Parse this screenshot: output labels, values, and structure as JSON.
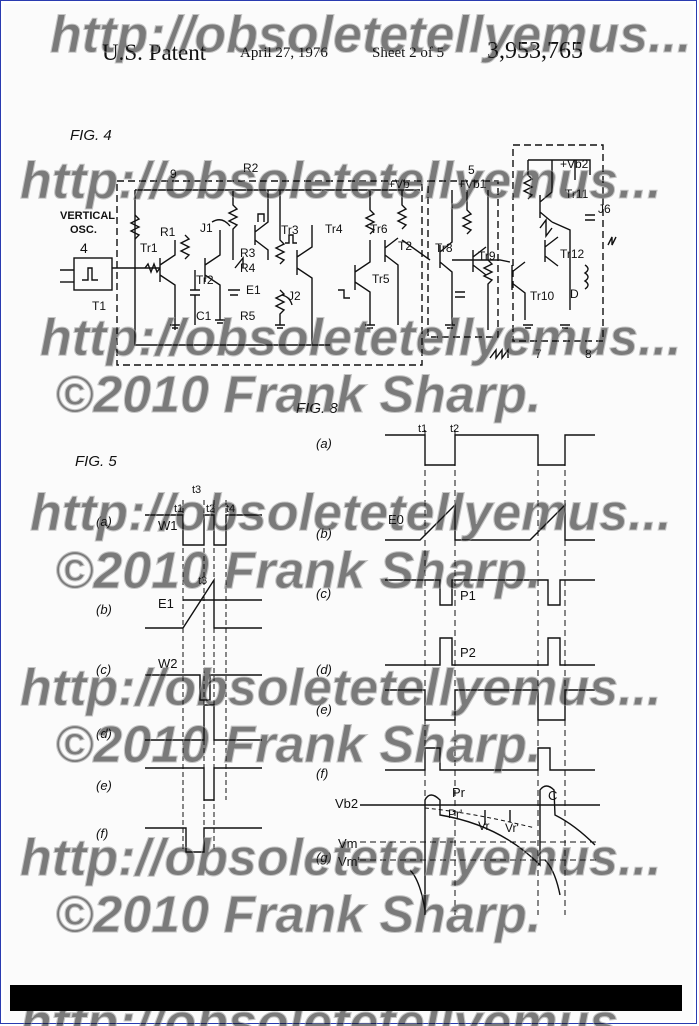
{
  "header": {
    "office": "U.S. Patent",
    "date": "April 27, 1976",
    "sheet": "Sheet 2 of 5",
    "number": "3,953,765"
  },
  "watermark": {
    "url_text": "http://obsoletetellyemus...",
    "copyright_text": "©2010 Frank Sharp."
  },
  "fig4": {
    "title": "FIG. 4",
    "labels": {
      "block9": "9",
      "block5": "5",
      "block7": "7",
      "block8": "8",
      "block4": "4",
      "vertical": "VERTICAL",
      "osc": "OSC.",
      "t1": "T1",
      "tr1": "Tr1",
      "r1": "R1",
      "j1": "J1",
      "tr2": "Tr2",
      "c1": "C1",
      "r2": "R2",
      "r3": "R3",
      "r4": "R4",
      "e1": "E1",
      "r5": "R5",
      "j2": "J2",
      "tr3": "Tr3",
      "tr4": "Tr4",
      "tr5": "Tr5",
      "tr6": "Tr6",
      "t2": "T2",
      "vb": "+Vb",
      "vb1": "+Vb1",
      "tr8": "Tr8",
      "tr9": "Tr9",
      "tr10": "Tr10",
      "vb2": "+Vb2",
      "tr11": "Tr11",
      "tr12": "Tr12",
      "j6": "J6",
      "d": "D"
    }
  },
  "fig5": {
    "title": "FIG. 5",
    "rows": [
      "(a)",
      "(b)",
      "(c)",
      "(d)",
      "(e)",
      "(f)"
    ],
    "labels": {
      "t1": "t1",
      "t2": "t2",
      "t3": "t3",
      "t4": "t4",
      "t3b": "t3",
      "w1": "W1",
      "e1": "E1",
      "w2": "W2"
    }
  },
  "fig8": {
    "title": "FIG. 8",
    "rows": [
      "(a)",
      "(b)",
      "(c)",
      "(d)",
      "(e)",
      "(f)",
      "(g)"
    ],
    "labels": {
      "t1": "t1",
      "t2": "t2",
      "e0": "E0",
      "p1": "P1",
      "p2": "P2",
      "pr": "Pr",
      "pr2": "Pr'",
      "c": "C",
      "vb2": "Vb2",
      "vr": "Vr",
      "vr2": "Vr'",
      "vm": "Vm",
      "vm2": "Vm'"
    }
  }
}
